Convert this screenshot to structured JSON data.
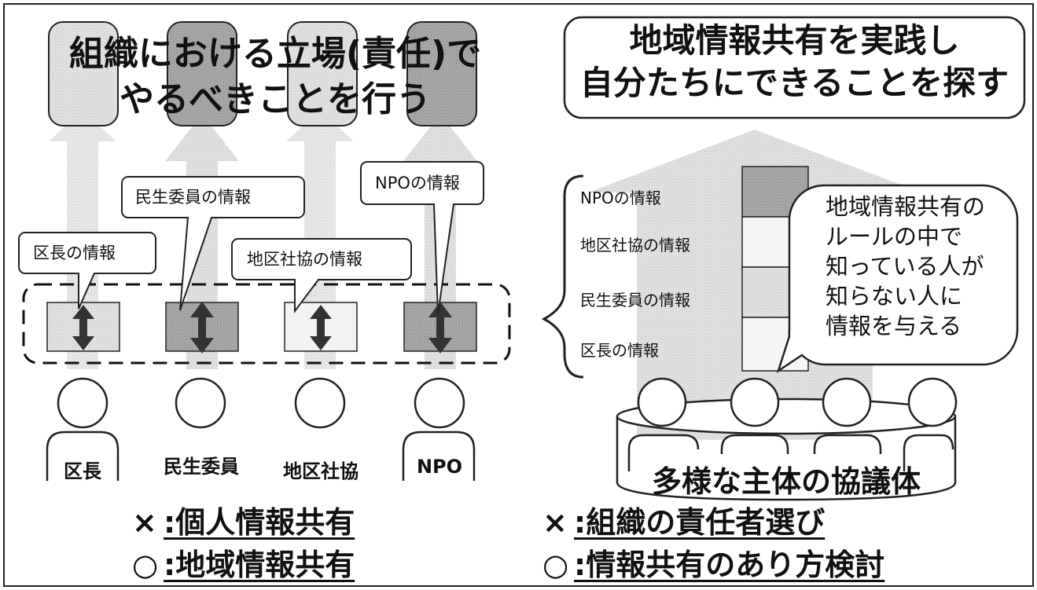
{
  "left": {
    "title_line1": "組織における立場(責任)で",
    "title_line2": "やるべきことを行う",
    "callouts": [
      "区長の情報",
      "民生委員の情報",
      "地区社協の情報",
      "NPOの情報"
    ],
    "actors": [
      "区長",
      "民生委員",
      "地区社協",
      "NPO"
    ],
    "verdict_wrong_mark": "×",
    "verdict_wrong_text": ":個人情報共有",
    "verdict_right_mark": "○",
    "verdict_right_text": ":地域情報共有"
  },
  "right": {
    "title_line1": "地域情報共有を実践し",
    "title_line2": "自分たちにできることを探す",
    "stack_labels": [
      "NPOの情報",
      "地区社協の情報",
      "民生委員の情報",
      "区長の情報"
    ],
    "rule_lines": [
      "地域情報共有の",
      "ルールの中で",
      "知っている人が",
      "知らない人に",
      "情報を与える"
    ],
    "council_label": "多様な主体の協議体",
    "verdict_wrong_mark": "×",
    "verdict_wrong_text": ":組織の責任者選び",
    "verdict_right_mark": "○",
    "verdict_right_text": ":情報共有のあり方検討"
  }
}
